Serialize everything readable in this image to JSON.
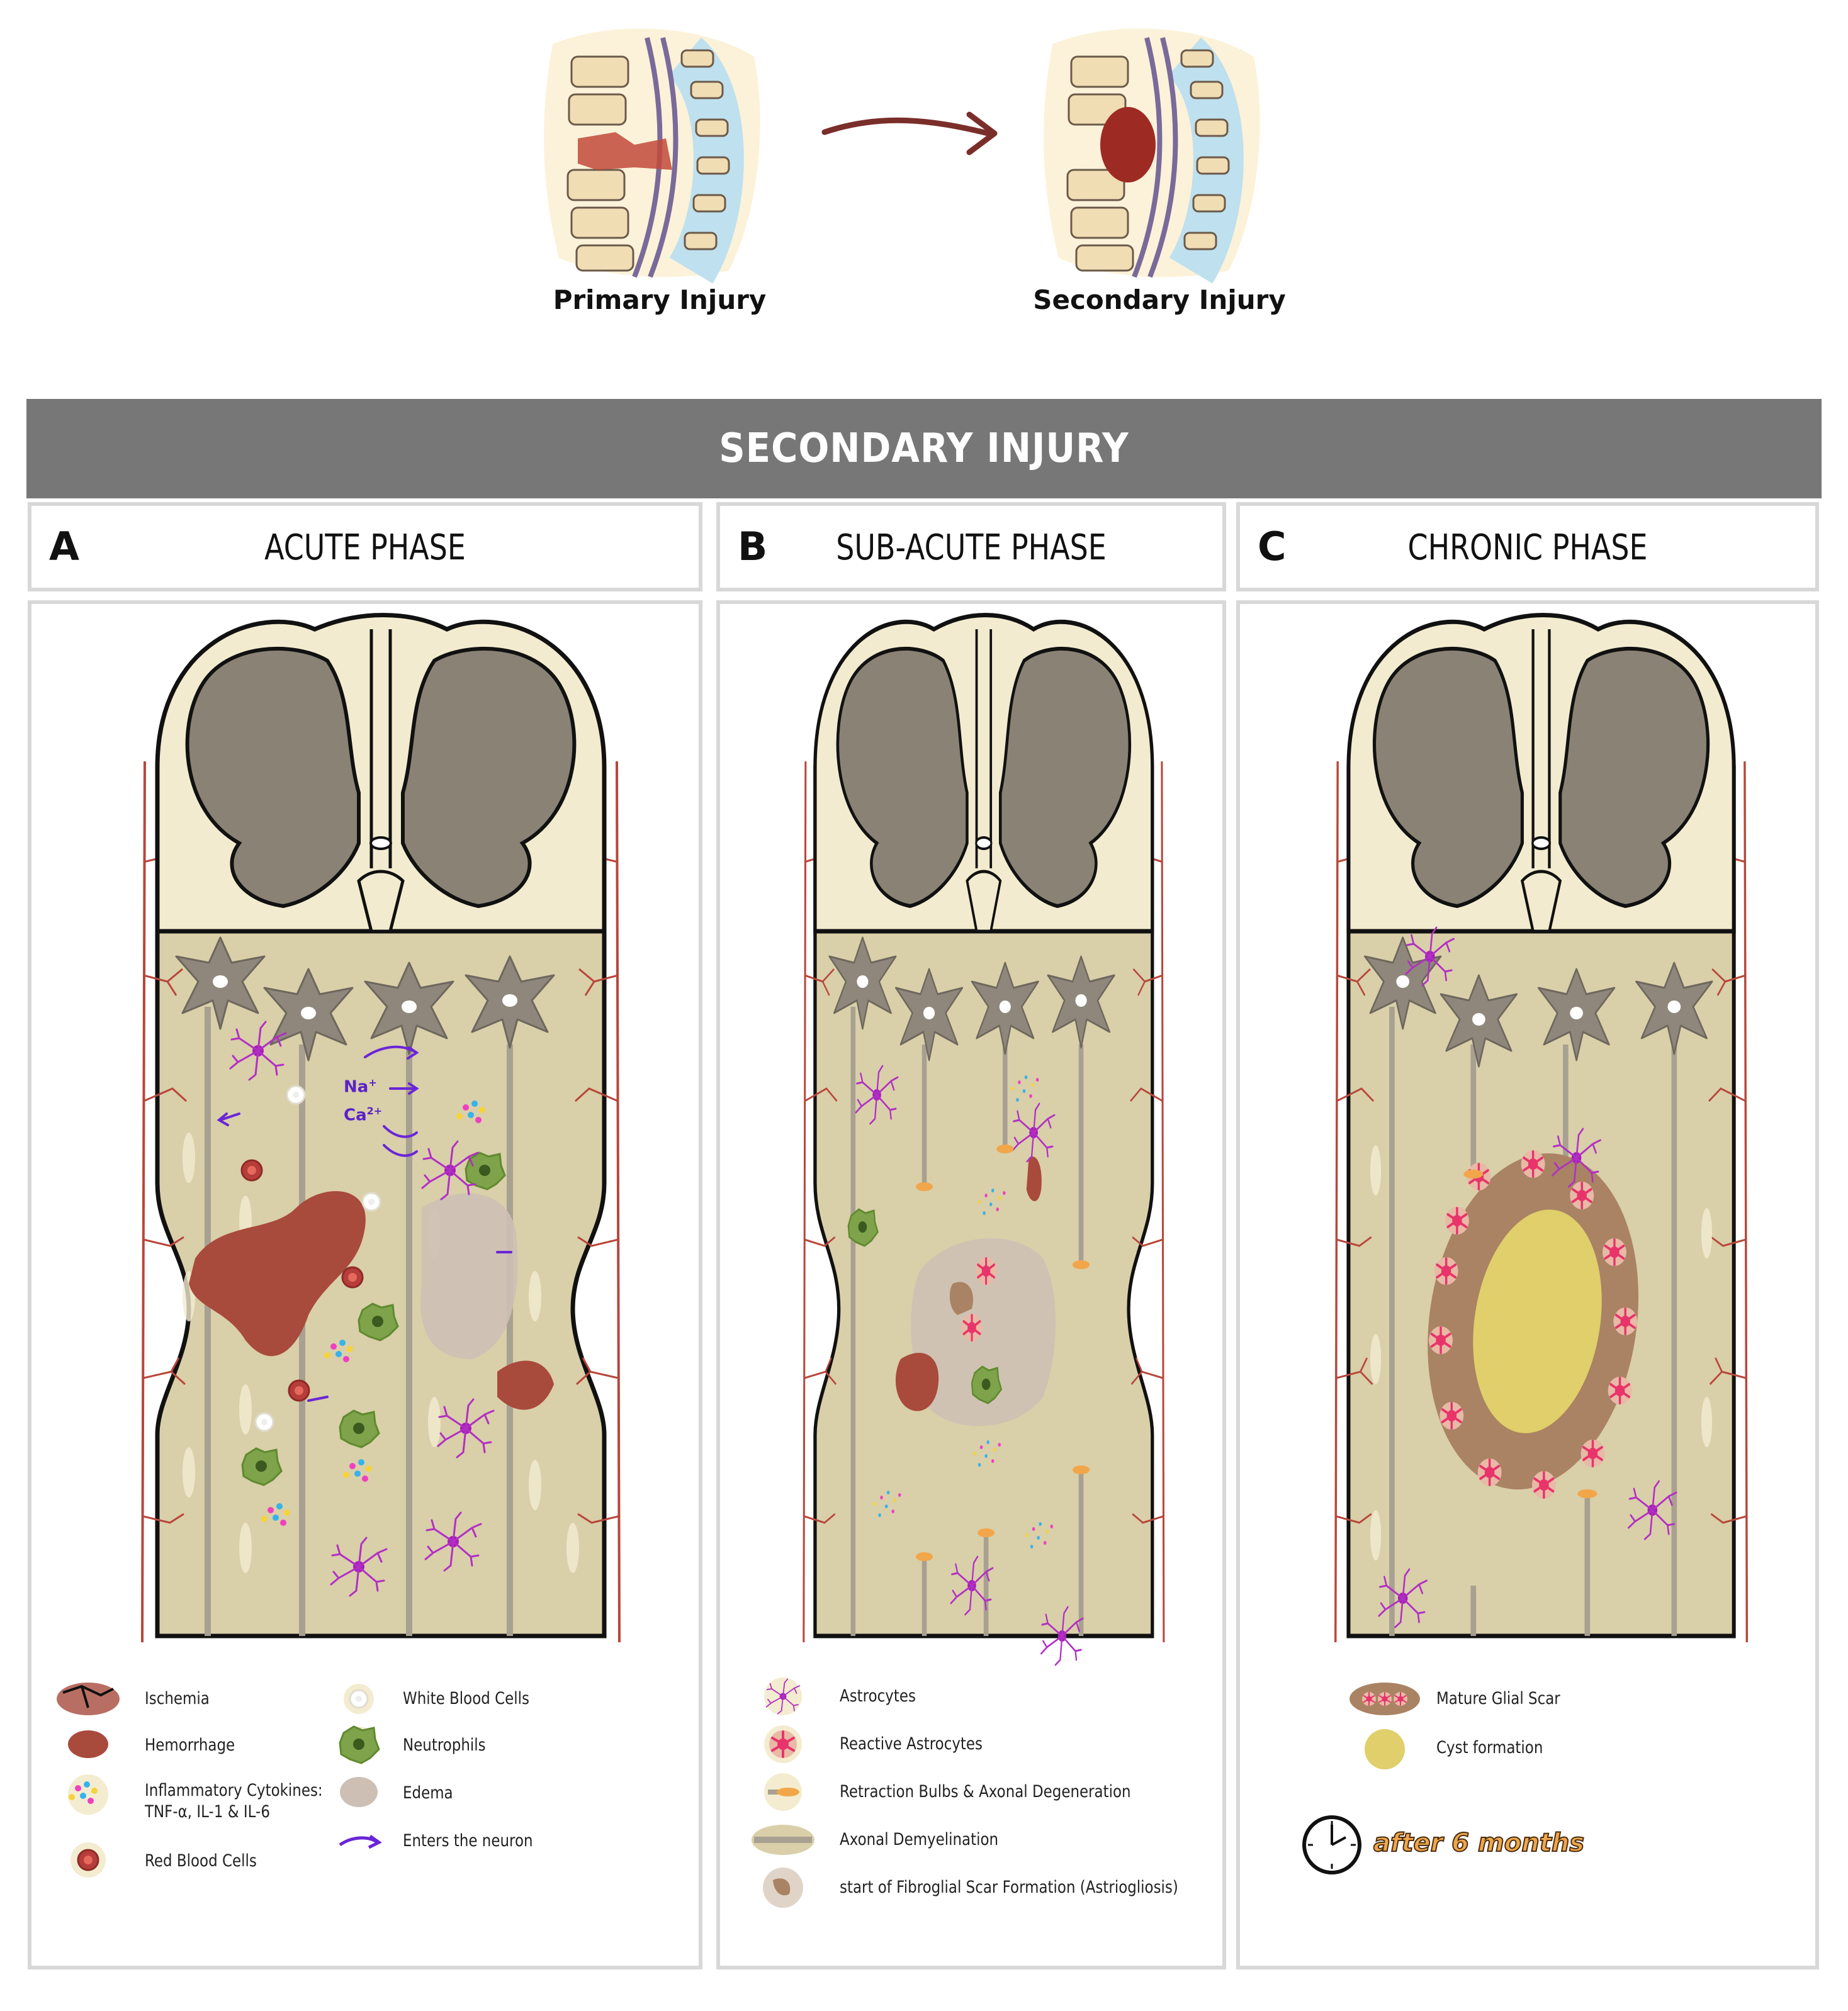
{
  "top": {
    "primary_label": "Primary Injury",
    "secondary_label": "Secondary Injury"
  },
  "banner": {
    "title": "SECONDARY INJURY"
  },
  "phases": [
    {
      "letter": "A",
      "title": "ACUTE PHASE"
    },
    {
      "letter": "B",
      "title": "SUB-ACUTE PHASE"
    },
    {
      "letter": "C",
      "title": "CHRONIC PHASE"
    }
  ],
  "ion_labels": {
    "na": "Na",
    "na_sup": "+",
    "ca": "Ca",
    "ca_sup": "2+"
  },
  "legend_a": [
    {
      "icon": "ischemia-icon",
      "label": "Ischemia"
    },
    {
      "icon": "hemorrhage-icon",
      "label": "Hemorrhage"
    },
    {
      "icon": "cytokines-icon",
      "label": "Inflammatory Cytokines:",
      "label2": "TNF-α, IL-1 & IL-6"
    },
    {
      "icon": "red-blood-cell-icon",
      "label": "Red Blood Cells"
    },
    {
      "icon": "white-blood-cell-icon",
      "label": "White Blood Cells"
    },
    {
      "icon": "neutrophil-icon",
      "label": "Neutrophils"
    },
    {
      "icon": "edema-icon",
      "label": "Edema"
    },
    {
      "icon": "enters-neuron-arrow-icon",
      "label": "Enters the neuron"
    }
  ],
  "legend_b": [
    {
      "icon": "astrocyte-icon",
      "label": "Astrocytes"
    },
    {
      "icon": "reactive-astrocyte-icon",
      "label": "Reactive Astrocytes"
    },
    {
      "icon": "retraction-bulb-icon",
      "label": "Retraction Bulbs & Axonal Degeneration"
    },
    {
      "icon": "demyelination-icon",
      "label": "Axonal Demyelination"
    },
    {
      "icon": "fibroglial-scar-icon",
      "label": "start of Fibroglial Scar Formation (Astriogliosis)"
    }
  ],
  "legend_c": [
    {
      "icon": "mature-glial-scar-icon",
      "label": "Mature Glial Scar"
    },
    {
      "icon": "cyst-icon",
      "label": "Cyst formation"
    }
  ],
  "time_badge": "after 6 months",
  "colors": {
    "tissue": "#d9cfa9",
    "white_matter": "#f3ebcf",
    "grey_matter": "#8a8275",
    "hemorrhage": "#a84a3c",
    "edema": "#cdbfb4",
    "vessel": "#b8463a",
    "astrocyte": "#b22fc4",
    "neutrophil": "#6f9a3c",
    "cyst": "#e0cf6a",
    "scar": "#a98363",
    "banner": "#777777"
  }
}
